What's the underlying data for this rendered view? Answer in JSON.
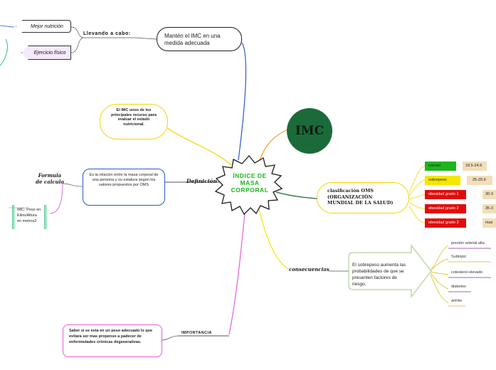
{
  "central": {
    "title": "ÍNDICE DE MASA CORPORAL"
  },
  "imc_bubble": {
    "label": "IMC"
  },
  "llevando": {
    "label": "Llevando a cabo:",
    "box": "Mantén el IMC en una medida adecuada",
    "items": [
      "Mejor nutrición",
      "Ejercicio físico"
    ]
  },
  "definicion_box": "El IMC unos de los principales recurso para evaluar el estado nutricional.",
  "definicion": {
    "label": "Definición",
    "box": "Es la relación entre la masa corporal de una persona y su estatura según los valores propuestos por OMS"
  },
  "formula": {
    "label": "Formula de calculo",
    "box": "IMC: Peso en Kilos/Altura en metros2"
  },
  "clasificacion": {
    "label": "clasificación OMS (ORGANIZACIÓN MUNDIAL DE LA SALUD)",
    "rows": [
      {
        "name": "normal",
        "value": "18.5-24.9",
        "color": "#1db51d"
      },
      {
        "name": "sobrepeso",
        "value": "25-29.9",
        "color": "#f5e600"
      },
      {
        "name": "obesidad grado 1",
        "value": "30-3",
        "color": "#e10c0c"
      },
      {
        "name": "obesidad grado 2",
        "value": "35-3",
        "color": "#e10c0c"
      },
      {
        "name": "obesidad grado 3",
        "value": "mas",
        "color": "#e10c0c"
      }
    ]
  },
  "consecuencias": {
    "label": "consecuencias",
    "box": "El sobrepeso aumenta las probabilidades de que se presenten factores de riesgo.",
    "items": [
      "presión arterial alta",
      "Subtopic",
      "colesterol elevado",
      "diabetes",
      "artritis"
    ]
  },
  "importancia": {
    "label": "IMPORTANCIA",
    "box": "Saber si se esta en un peso adecuado lo que evitara ser mas propenso a padecer de enfermedades crónicas degenerativas."
  },
  "colors": {
    "blue": "#2b57c5",
    "orange": "#f0a030",
    "pink": "#d64fd0",
    "purple": "#8a2a9b",
    "green": "#2ec27a",
    "yellow": "#f5e600",
    "dark": "#1b1b1b"
  }
}
